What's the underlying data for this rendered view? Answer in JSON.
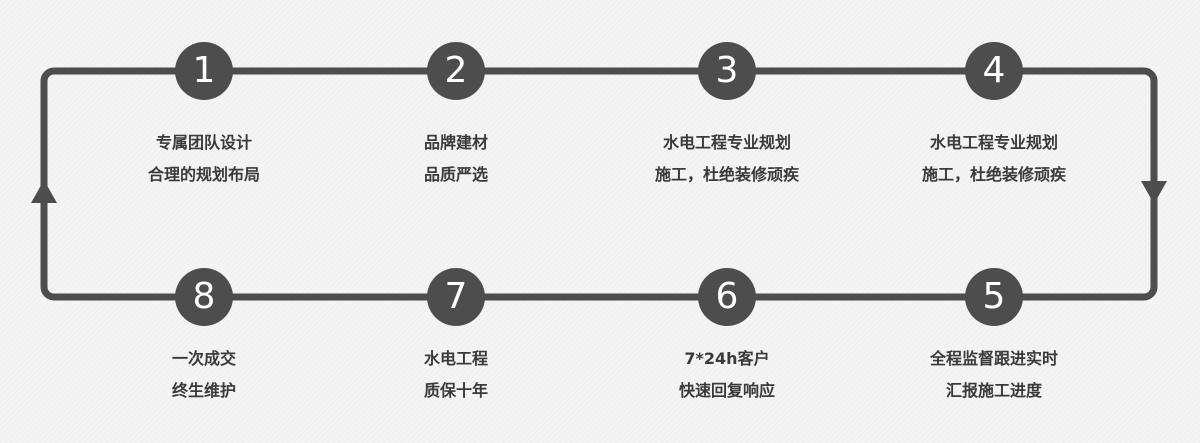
{
  "colors": {
    "line": "#4d4d4d",
    "circle": "#4d4d4d",
    "number": "#ffffff",
    "text": "#3a3a3a",
    "background": "#f4f4f4"
  },
  "steps": [
    {
      "number": "1",
      "line1": "专属团队设计",
      "line2": "合理的规划布局"
    },
    {
      "number": "2",
      "line1": "品牌建材",
      "line2": "品质严选"
    },
    {
      "number": "3",
      "line1": "水电工程专业规划",
      "line2": "施工，杜绝装修顽疾"
    },
    {
      "number": "4",
      "line1": "水电工程专业规划",
      "line2": "施工，杜绝装修顽疾"
    },
    {
      "number": "5",
      "line1": "全程监督跟进实时",
      "line2": "汇报施工进度"
    },
    {
      "number": "6",
      "line1": "7*24h客户",
      "line2": "快速回复响应"
    },
    {
      "number": "7",
      "line1": "水电工程",
      "line2": "质保十年"
    },
    {
      "number": "8",
      "line1": "一次成交",
      "line2": "终生维护"
    }
  ],
  "arrows": {
    "right": "arrow-down-icon",
    "left": "arrow-up-icon"
  }
}
